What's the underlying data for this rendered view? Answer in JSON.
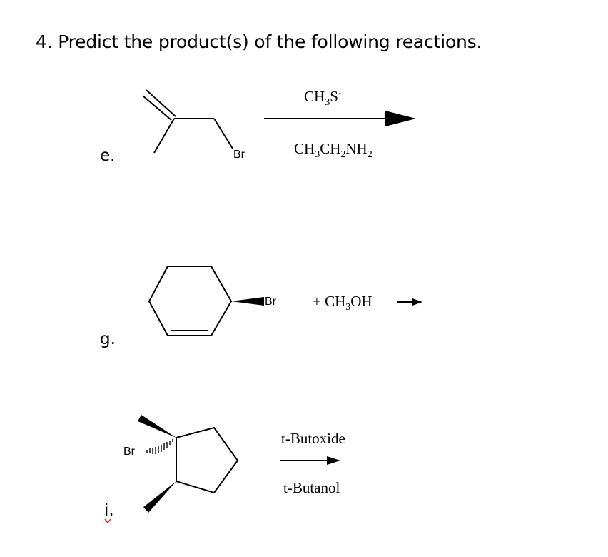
{
  "heading": "4. Predict the product(s) of the following reactions.",
  "problems": {
    "e": {
      "label": "e.",
      "leaving_group": "Br",
      "reagent_above": {
        "base": "CH",
        "sub1": "3",
        "mid": "S",
        "sup": "-"
      },
      "reagent_below": {
        "a": "CH",
        "s1": "3",
        "b": "CH",
        "s2": "2",
        "c": "NH",
        "s3": "2"
      }
    },
    "g": {
      "label": "g.",
      "leaving_group": "Br",
      "reagent": {
        "pre": "+ CH",
        "sub": "3",
        "post": "OH"
      }
    },
    "i": {
      "label": "i.",
      "leaving_group": "Br",
      "reagent_above": "t-Butoxide",
      "reagent_below": "t-Butanol"
    }
  }
}
